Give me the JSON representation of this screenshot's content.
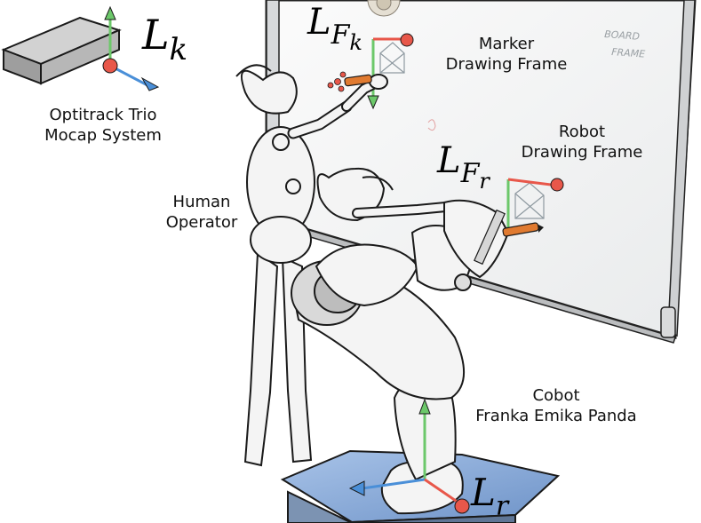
{
  "labels": {
    "mocap": "Optitrack Trio\nMocap System",
    "marker_frame": "Marker\nDrawing Frame",
    "robot_frame": "Robot\nDrawing Frame",
    "human": "Human\nOperator",
    "cobot": "Cobot\nFranka Emika Panda",
    "board_text": "BOARD\nFRAME"
  },
  "frames": {
    "mocap": {
      "base": "L",
      "sub": "k"
    },
    "marker": {
      "base": "L",
      "sub": "F",
      "subsub": "k"
    },
    "robot": {
      "base": "L",
      "sub": "F",
      "subsub": "r"
    },
    "cobot_base": {
      "base": "L",
      "sub": "r"
    }
  },
  "colors": {
    "axis_x": "#e8574a",
    "axis_y": "#6cc86a",
    "axis_z": "#4a8fd8",
    "outline": "#1a1a1a",
    "figure_fill": "#f4f4f4",
    "board": "#f6f6f6",
    "pedestal": "#8fb2e0",
    "marker_pen": "#e07a30"
  }
}
